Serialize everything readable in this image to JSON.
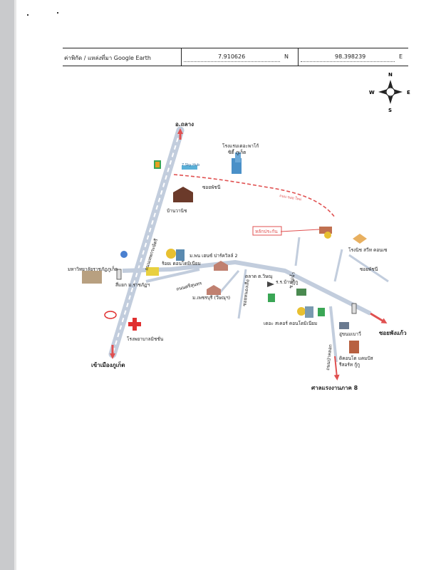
{
  "header": {
    "label": "ค่าพิกัด / แหล่งที่มา Google Earth",
    "lat_value": "7.910626",
    "lat_dir": "N",
    "lon_value": "98.398239",
    "lon_dir": "E"
  },
  "compass": {
    "n": "N",
    "s": "S",
    "w": "W",
    "e": "E"
  },
  "map": {
    "road_main": "ถนนเทพกระษัตรี",
    "road_surin": "ถนนศรีสุนทร",
    "road_soi_1": "ซอยพัชนี",
    "road_soi_2": "ซอยพัชนี",
    "road_soi_3": "ซ.แม่นํ้า",
    "road_soi_4": "ซอยหนองเสือ",
    "road_soi_5": "ถนนป่าคลอก",
    "road_dashed": "ถนน ซอย ใหม่",
    "dest_north": "อ.ถลาง",
    "dest_south": "เข้าเมืองภูเก็ต",
    "dest_east": "ซอยพังแก้ว",
    "dest_southeast": "ศาลแรงงานภาค 8",
    "poi_hotel": "โรงแรมเดอะพาโก้",
    "poi_hotel2": "ซิตี้ ภูเก็ต",
    "poi_house": "บ้านวานิช",
    "poi_rajabhat": "มหาวิทยาลัยราชภัฏภูเก็ต",
    "poi_intersection": "สี่แยก ม.ราชภัฏฯ",
    "poi_condo1": "ร้อยเ ดอนโดมิเนียม",
    "poi_park": "ม.พน เฮนซ์ ปาร์ควิลล์ 2",
    "poi_village": "ม.เพชรบุรี (วิษณุฯ)",
    "poi_hospital": "โรงพยาบาลมิชชั่น",
    "poi_market": "ตลาด ต.วิษณุ",
    "poi_school": "ร.ร.บ้านกู้กู",
    "poi_condo2": "เดอะ สเคอร์ คอนโดมิเนียม",
    "poi_bank": "อู่ขนมเบาวี่",
    "poi_hotel3": "ดิคอนโด แคมปัส",
    "poi_hotel3b": "รีสอร์ท กู้กู",
    "poi_factory": "โรงนิช สวีท คอนเซ",
    "poi_project": "หลักประกัน",
    "poi_sign": "7 Sky Hub"
  }
}
